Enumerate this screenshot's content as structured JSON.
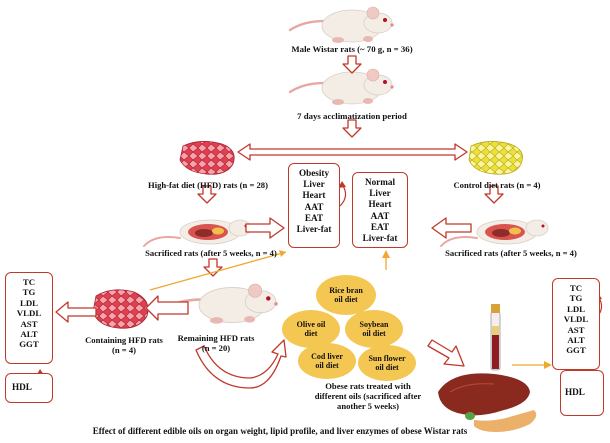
{
  "top": {
    "male_rats": "Male Wistar rats (~ 70 g, n = 36)",
    "acclimatization": "7 days acclimatization period"
  },
  "groups": {
    "hfd": "High-fat diet (HFD) rats (n = 28)",
    "control": "Control diet rats (n = 4)",
    "sacrificed_left": "Sacrificed rats (after 5 weeks, n = 4)",
    "sacrificed_right": "Sacrificed rats (after 5 weeks, n = 4)",
    "containing_hfd": [
      "Containing HFD rats",
      "(n = 4)"
    ],
    "remaining_hfd": [
      "Remaining HFD rats",
      "(n = 20)"
    ],
    "obese_treated": [
      "Obese rats treated with",
      "different oils (sacrificed after",
      "another 5 weeks)"
    ]
  },
  "boxes": {
    "obesity": [
      "Obesity",
      "Liver",
      "Heart",
      "AAT",
      "EAT",
      "Liver-fat"
    ],
    "normal": [
      "Normal",
      "Liver",
      "Heart",
      "AAT",
      "EAT",
      "Liver-fat"
    ],
    "lipid_left": [
      "TC",
      "TG",
      "LDL",
      "VLDL",
      "AST",
      "ALT",
      "GGT"
    ],
    "hdl_left": "HDL",
    "lipid_right": [
      "TC",
      "TG",
      "LDL",
      "VLDL",
      "AST",
      "ALT",
      "GGT"
    ],
    "hdl_right": "HDL"
  },
  "oils": [
    [
      "Rice bran",
      "oil diet"
    ],
    [
      "Olive oil",
      "diet"
    ],
    [
      "Soybean",
      "oil diet"
    ],
    [
      "Cod liver",
      "oil diet"
    ],
    [
      "Sun flower",
      "oil diet"
    ]
  ],
  "caption": "Effect of different edible oils on organ weight, lipid profile, and liver enzymes of obese Wistar rats",
  "colors": {
    "arrow_red": "#c0392b",
    "arrow_orange": "#f0a830",
    "oil_fill": "#f4c652",
    "hfd_fat": "#e04050",
    "control_fat": "#f2e83a",
    "rat_body": "#f3ede6"
  },
  "icons": [
    "rat-icon",
    "fat-tissue-icon",
    "rat-dissection-icon",
    "blood-tube-icon",
    "liver-icon",
    "pancreas-icon"
  ]
}
